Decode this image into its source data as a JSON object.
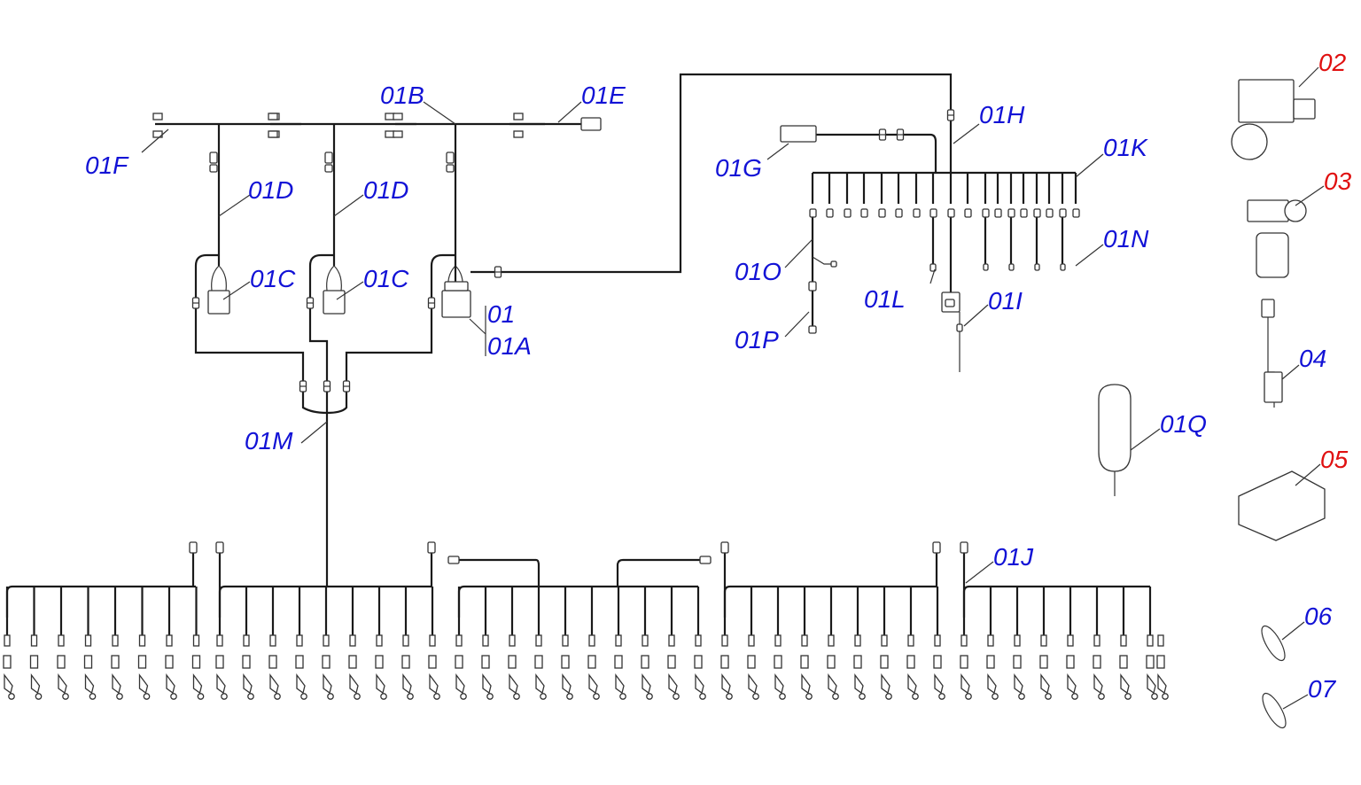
{
  "colors": {
    "callout_blue": "#1212d6",
    "callout_red": "#e01010",
    "wire": "#1a1a1a",
    "leader": "#333333"
  },
  "callouts": {
    "c01": "01",
    "c01A": "01A",
    "c01B": "01B",
    "c01C": "01C",
    "c01D": "01D",
    "c01E": "01E",
    "c01F": "01F",
    "c01G": "01G",
    "c01H": "01H",
    "c01I": "01I",
    "c01J": "01J",
    "c01K": "01K",
    "c01L": "01L",
    "c01M": "01M",
    "c01N": "01N",
    "c01O": "01O",
    "c01P": "01P",
    "c01Q": "01Q",
    "c02": "02",
    "c03": "03",
    "c04": "04",
    "c05": "05",
    "c06": "06",
    "c07": "07"
  }
}
